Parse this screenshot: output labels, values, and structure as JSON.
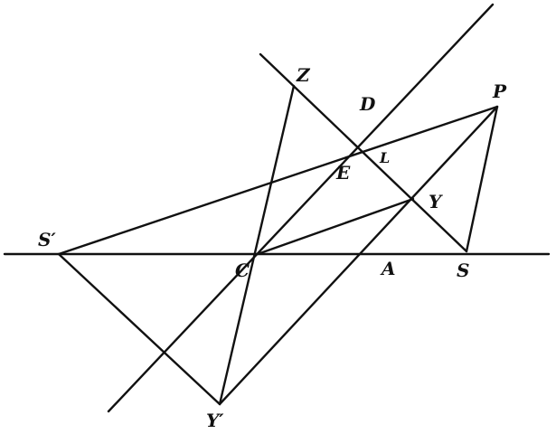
{
  "diagram": {
    "labels": {
      "Z": "Z",
      "D": "D",
      "P": "P",
      "L": "L",
      "E": "E",
      "Y": "Y",
      "S_prime": "S′",
      "C": "C",
      "A": "A",
      "S": "S",
      "Y_prime": "Y′"
    },
    "colors": {
      "ink": "#111111",
      "background": "#ffffff"
    }
  }
}
